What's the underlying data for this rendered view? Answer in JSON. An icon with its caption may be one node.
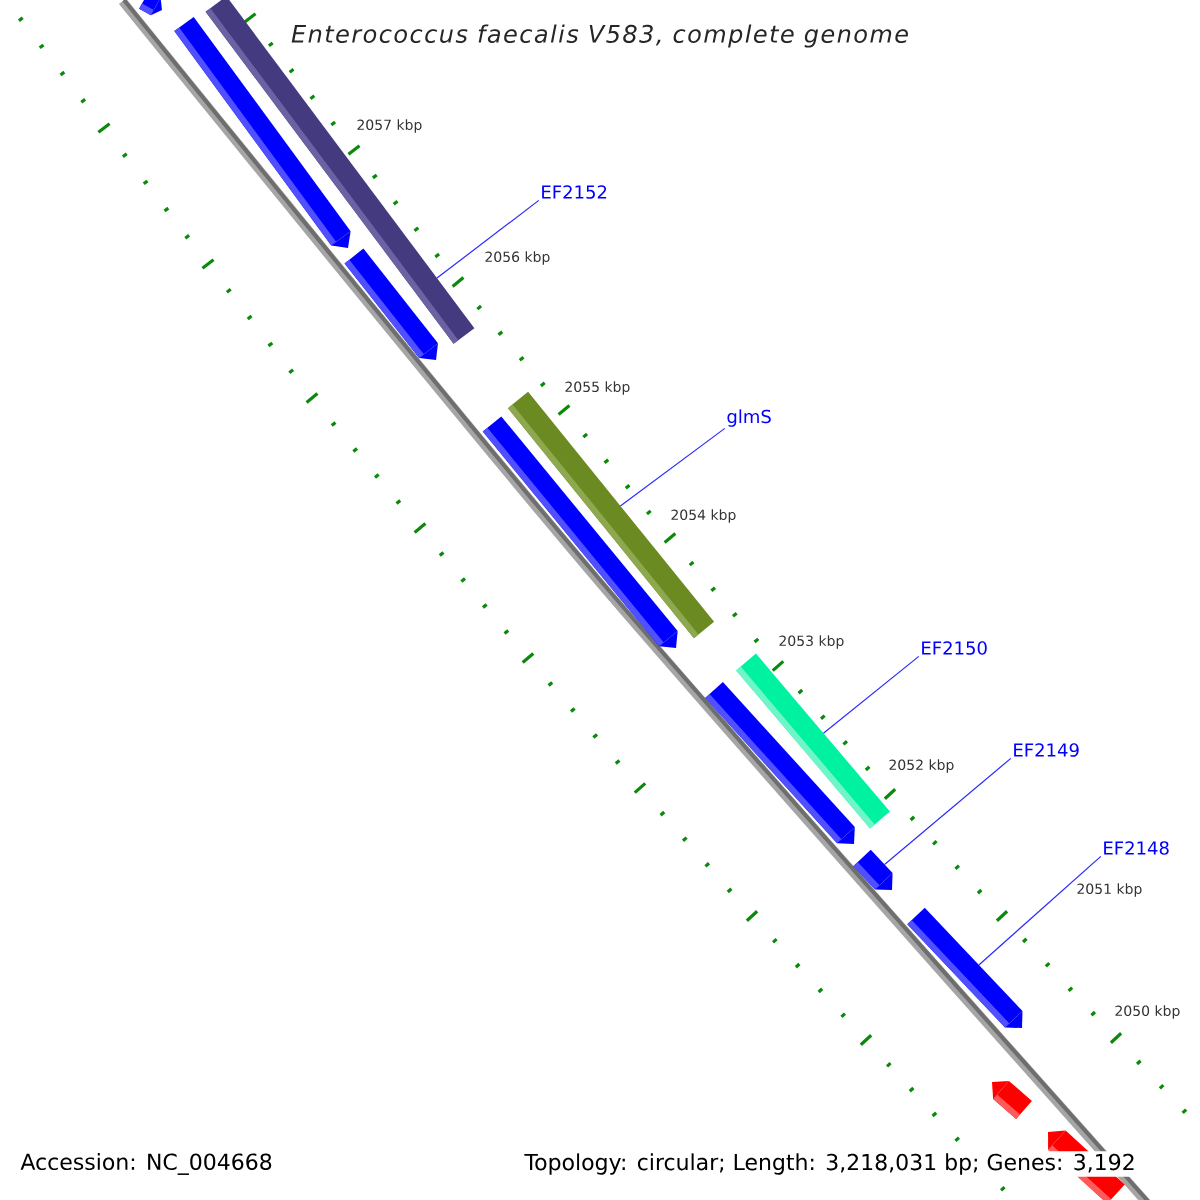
{
  "diagram": {
    "title": "Enterococcus faecalis V583, complete genome",
    "nodes": [
      {
        "text": [
          "EF2152"
        ]
      },
      {
        "text": [
          "glmS"
        ]
      },
      {
        "text": [
          "EF2150"
        ]
      },
      {
        "text": [
          "EF2149"
        ]
      },
      {
        "text": [
          "EF2148"
        ]
      },
      {
        "text": [],
        "shape": "bar"
      },
      {
        "text": [],
        "shape": "bar"
      },
      {
        "text": [],
        "shape": "bar"
      },
      {
        "text": [],
        "shape": "bar"
      },
      {
        "text": [],
        "shape": "bar"
      },
      {
        "text": [],
        "shape": "bar"
      },
      {
        "text": [],
        "shape": "bar"
      },
      {
        "text": [],
        "shape": "bar"
      },
      {
        "text": [],
        "shape": "bar"
      },
      {
        "text": [],
        "shape": "bar"
      },
      {
        "text": [],
        "shape": "bar"
      },
      {
        "text": [],
        "shape": "bar"
      }
    ],
    "edges": [
      {
        "from": 0,
        "to": 6,
        "arrow": "none"
      },
      {
        "from": 1,
        "to": 9,
        "arrow": "none"
      },
      {
        "from": 2,
        "to": 11,
        "arrow": "none"
      },
      {
        "from": 3,
        "to": 13,
        "arrow": "none"
      },
      {
        "from": 4,
        "to": 14,
        "arrow": "none"
      }
    ],
    "labels": [
      "2057 kbp",
      "2056 kbp",
      "2055 kbp",
      "2054 kbp",
      "2053 kbp",
      "2052 kbp",
      "2051 kbp",
      "2050 kbp",
      "Accession: NC_004668",
      "Topology: circular; Length: 3,218,031 bp; Genes: 3,192"
    ]
  }
}
